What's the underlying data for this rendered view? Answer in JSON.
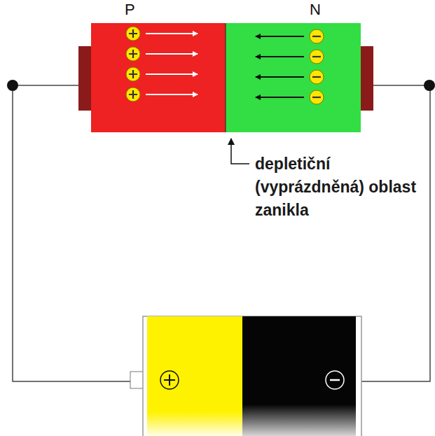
{
  "diagram": {
    "nodes": [
      {
        "text": [
          "P"
        ]
      },
      {
        "text": [
          "N"
        ]
      }
    ],
    "edges": [],
    "labels": [
      "depletiční (vyprázdněná) oblast zanikla"
    ]
  }
}
